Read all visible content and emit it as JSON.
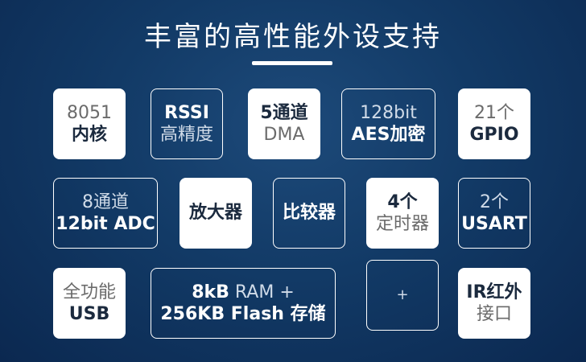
{
  "title": "丰富的高性能外设支持",
  "cards": {
    "c8051": {
      "line1": "8051",
      "line2": "内核"
    },
    "rssi": {
      "line1": "RSSI",
      "line2": "高精度"
    },
    "dma": {
      "line1": "5通道",
      "line2": "DMA"
    },
    "aes": {
      "line1": "128bit",
      "line2": "AES加密"
    },
    "gpio": {
      "line1": "21个",
      "line2": "GPIO"
    },
    "adc": {
      "line1": "8通道",
      "line2": "12bit ADC"
    },
    "amp": {
      "line1": "放大器"
    },
    "comp": {
      "line1": "比较器"
    },
    "timer": {
      "line1": "4个",
      "line2": "定时器"
    },
    "usart": {
      "line1": "2个",
      "line2": "USART"
    },
    "usb": {
      "line1": "全功能",
      "line2": "USB"
    },
    "mem": {
      "line1a": "8kB",
      "line1b": " RAM +",
      "line2": "256KB Flash 存储"
    },
    "plus": {
      "line1": "+"
    },
    "ir": {
      "line1": "IR红外",
      "line2": "接口"
    }
  }
}
